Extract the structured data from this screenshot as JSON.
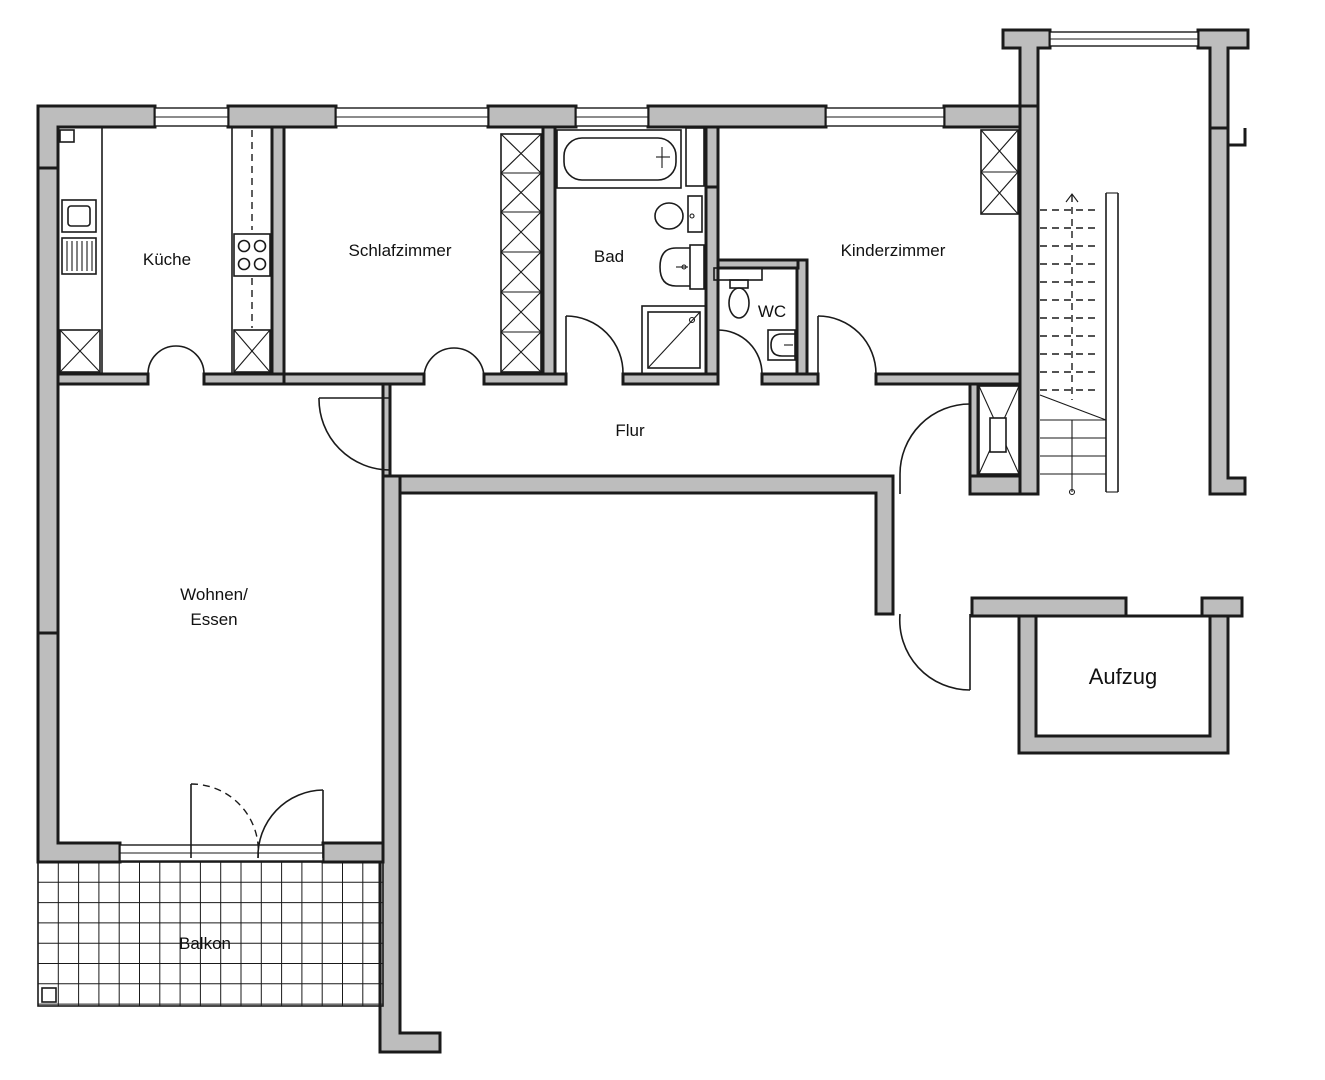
{
  "rooms": {
    "kueche": "Küche",
    "schlafzimmer": "Schlafzimmer",
    "bad": "Bad",
    "wc": "WC",
    "kinderzimmer": "Kinderzimmer",
    "flur": "Flur",
    "wohnen_line1": "Wohnen/",
    "wohnen_line2": "Essen",
    "balkon": "Balkon",
    "aufzug": "Aufzug"
  },
  "colors": {
    "wall_fill": "#bdbdbd",
    "line": "#1a1a1a",
    "background": "#ffffff"
  }
}
